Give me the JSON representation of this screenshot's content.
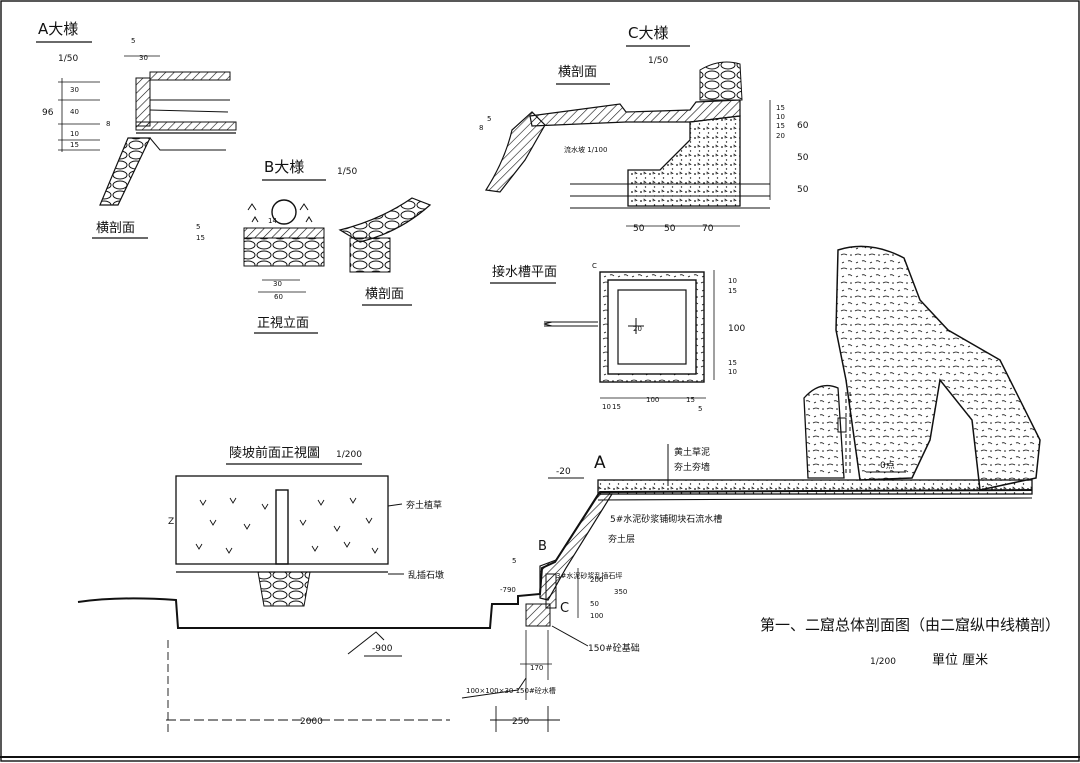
{
  "sheet": {
    "main_title": "第一、二窟总体剖面图（由二窟纵中线横剖）",
    "main_scale": "1/200",
    "main_unit": "單位 厘米",
    "colors": {
      "ink": "#111111",
      "paper": "#ffffff"
    }
  },
  "detail_a": {
    "title": "A大様",
    "scale": "1/50",
    "section_label": "横剖面",
    "dims": [
      "5",
      "30",
      "30",
      "96",
      "40",
      "8",
      "10",
      "15"
    ]
  },
  "detail_b": {
    "title": "B大様",
    "scale": "1/50",
    "elevation_label": "正視立面",
    "section_label": "横剖面",
    "dims": [
      "5",
      "15",
      "30",
      "60",
      "14"
    ]
  },
  "detail_c": {
    "title": "C大様",
    "scale": "1/50",
    "section_label": "横剖面",
    "drain_label": "流水坡 1/100",
    "dims_right": [
      "15",
      "10",
      "15",
      "20",
      "60",
      "50",
      "50"
    ],
    "dims_bottom": [
      "50",
      "50",
      "70"
    ],
    "dims_left": [
      "8",
      "5"
    ]
  },
  "drain_plan": {
    "title": "接水槽平面",
    "dims_right": [
      "10",
      "15",
      "100",
      "15",
      "10"
    ],
    "dims_bottom": [
      "10",
      "15",
      "100",
      "15",
      "5"
    ],
    "center_dim": "20",
    "corner_label": "C"
  },
  "front_view": {
    "title": "陵坡前面正視圖",
    "scale": "1/200",
    "label_grass": "夯土植草",
    "label_stone": "乱插石墩"
  },
  "main_section": {
    "label_a": "A",
    "label_b": "B",
    "label_c": "C",
    "top_callout_1": "黄土草泥",
    "top_callout_2": "夯土夯墙",
    "level_top": "-20",
    "level_zero": "0点",
    "slope_callout": "5#水泥砂浆铺砌块石流水槽",
    "fill_callout": "夯土层",
    "step_dim": "5",
    "step_label": "3#水泥砂浆乱插石坪",
    "level_step": "-790",
    "dims_stair": [
      "200",
      "50",
      "100",
      "350"
    ],
    "base_callout": "150#砼基础",
    "level_bottom": "-900",
    "dim_170": "170",
    "channel_callout": "100×100×30 150#砼水槽",
    "dim_2000": "2000",
    "dim_250": "250"
  }
}
